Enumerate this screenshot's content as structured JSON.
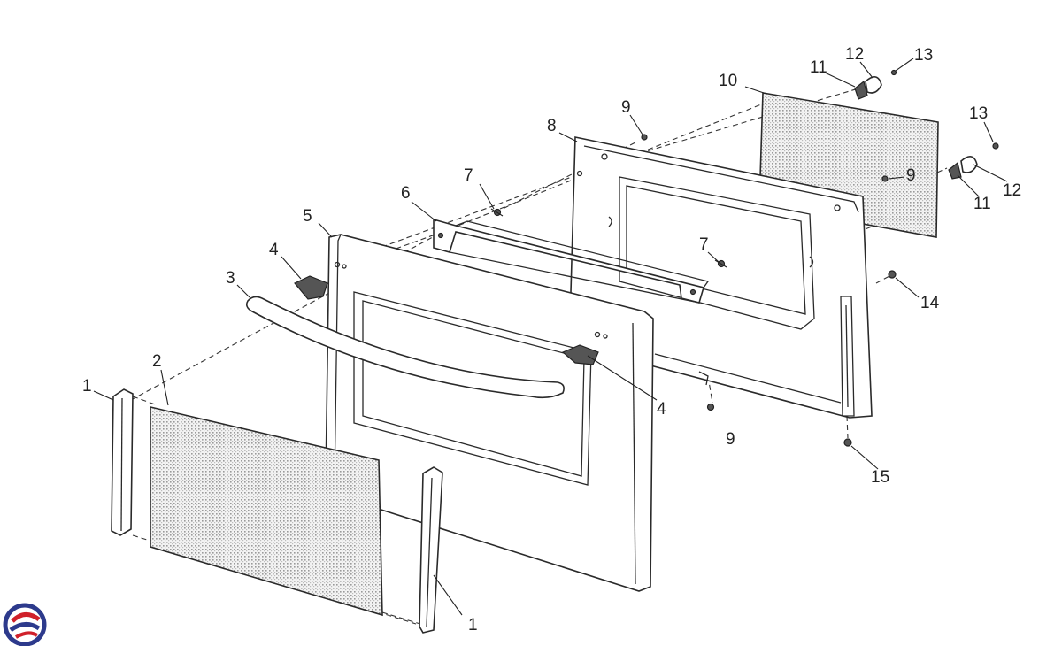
{
  "callouts": {
    "c1a": "1",
    "c1b": "1",
    "c2": "2",
    "c3": "3",
    "c4a": "4",
    "c4b": "4",
    "c5": "5",
    "c6": "6",
    "c7a": "7",
    "c7b": "7",
    "c8": "8",
    "c9a": "9",
    "c9b": "9",
    "c9c": "9",
    "c10": "10",
    "c11a": "11",
    "c11b": "11",
    "c12a": "12",
    "c12b": "12",
    "c13a": "13",
    "c13b": "13",
    "c14": "14",
    "c15": "15"
  },
  "colors": {
    "line": "#2a2a2a",
    "logo_blue": "#2d3a8c",
    "logo_red": "#d0202a"
  }
}
